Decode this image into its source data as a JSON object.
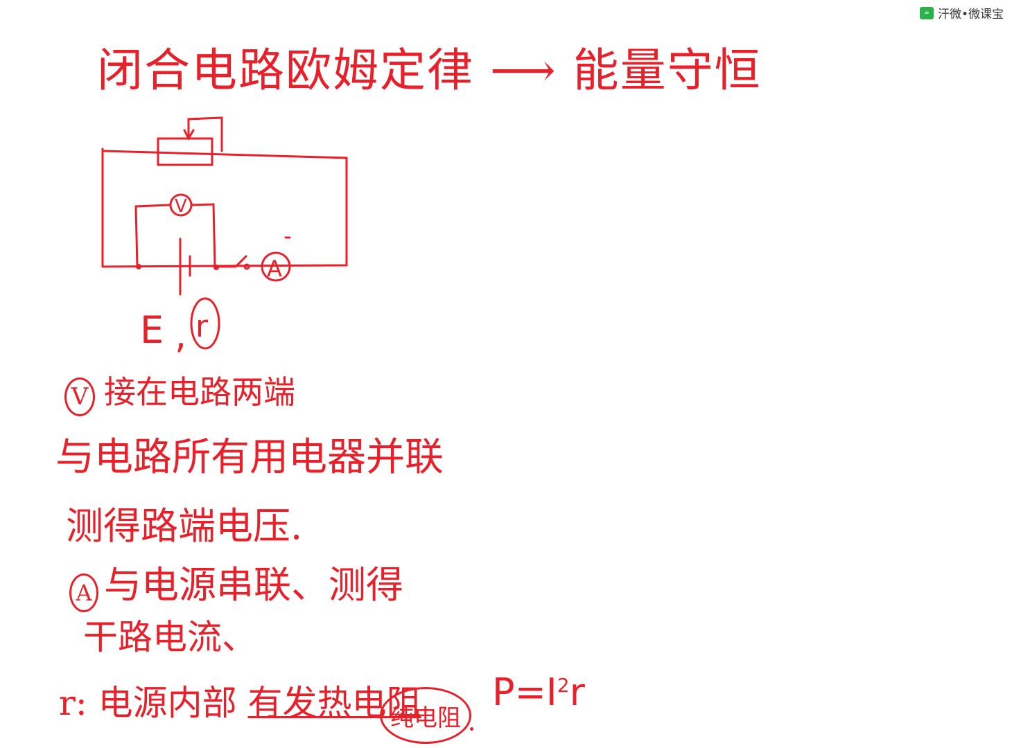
{
  "watermark": {
    "logo": "∞",
    "text": "汗微•微课宝"
  },
  "ink_color": "#e8202a",
  "title": "闭合电路欧姆定律 ⟶ 能量守恒",
  "circuit": {
    "voltmeter": "V",
    "ammeter": "A",
    "emf": "E",
    "internal_r": "r",
    "comma": ","
  },
  "notes": {
    "line1_badge": "V",
    "line1": "接在电路两端",
    "line2": "与电路所有用电器并联",
    "line3": "测得路端电压.",
    "line4_badge": "A",
    "line4": "与电源串联、测得",
    "line5": "干路电流、",
    "line6_prefix": "r: 电源内部 ",
    "line6_underlined": "有发热电阻",
    "pure_resistor": "纯电阻",
    "formula_base": "P=I",
    "formula_exp": "2",
    "formula_tail": "r"
  }
}
